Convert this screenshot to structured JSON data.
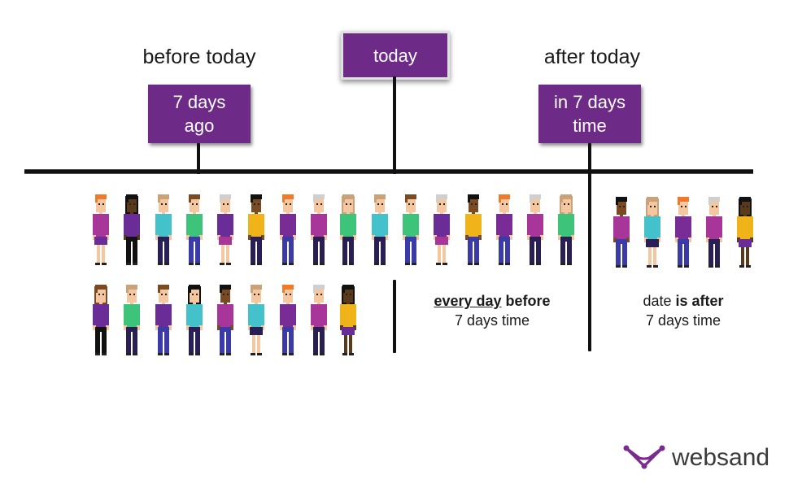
{
  "sections": {
    "before": "before today",
    "today": "today",
    "after": "after today"
  },
  "boxes": {
    "seven_days_ago": [
      "7 days",
      "ago"
    ],
    "in_seven_days": [
      "in 7 days",
      "time"
    ]
  },
  "captions": {
    "middle": {
      "part1": "every day",
      "part2": "before",
      "line2": "7 days time"
    },
    "right": {
      "part1": "date",
      "part2": "is after",
      "line2": "7 days time"
    }
  },
  "brand": {
    "name": "websand",
    "icon": "websand-logo-icon",
    "color": "#7a2b8f"
  },
  "colors": {
    "box": "#6d2a86",
    "line": "#111111"
  },
  "people": {
    "row1": [
      {
        "hair": "#f07a2a",
        "skin": "#f5c7a1",
        "shirt": "#a8369a",
        "pants": "#6a2c96",
        "dress": true
      },
      {
        "hair": "#111111",
        "skin": "#5a3a1c",
        "shirt": "#6a2c96",
        "pants": "#111111",
        "long": true
      },
      {
        "hair": "#c9a27a",
        "skin": "#f5c7a1",
        "shirt": "#43c2cc",
        "pants": "#2a1f55"
      },
      {
        "hair": "#7a4a22",
        "skin": "#f5c7a1",
        "shirt": "#3ec47a",
        "pants": "#3a3aa8"
      },
      {
        "hair": "#cfcfcf",
        "skin": "#f5c7a1",
        "shirt": "#6a2c96",
        "pants": "#a8369a",
        "dress": true
      },
      {
        "hair": "#111111",
        "skin": "#7a4a22",
        "shirt": "#f0b41a",
        "pants": "#2a1f55"
      },
      {
        "hair": "#f07a2a",
        "skin": "#f5c7a1",
        "shirt": "#7a2c96",
        "pants": "#3a3aa8"
      },
      {
        "hair": "#cfcfcf",
        "skin": "#f5c7a1",
        "shirt": "#a8369a",
        "pants": "#2a1f55"
      },
      {
        "hair": "#c9a27a",
        "skin": "#f5c7a1",
        "shirt": "#3ec47a",
        "pants": "#2a1f55",
        "long": true
      },
      {
        "hair": "#c9a27a",
        "skin": "#f5c7a1",
        "shirt": "#43c2cc",
        "pants": "#2a1f55"
      },
      {
        "hair": "#7a4a22",
        "skin": "#f5c7a1",
        "shirt": "#3ec47a",
        "pants": "#3a3aa8"
      },
      {
        "hair": "#cfcfcf",
        "skin": "#f5c7a1",
        "shirt": "#6a2c96",
        "pants": "#a8369a",
        "dress": true
      },
      {
        "hair": "#111111",
        "skin": "#7a4a22",
        "shirt": "#f0b41a",
        "pants": "#3a3aa8"
      },
      {
        "hair": "#f07a2a",
        "skin": "#f5c7a1",
        "shirt": "#7a2c96",
        "pants": "#3a3aa8"
      },
      {
        "hair": "#cfcfcf",
        "skin": "#f5c7a1",
        "shirt": "#a8369a",
        "pants": "#2a1f55"
      },
      {
        "hair": "#c9a27a",
        "skin": "#f5c7a1",
        "shirt": "#3ec47a",
        "pants": "#2a1f55",
        "long": true
      }
    ],
    "row2": [
      {
        "hair": "#7a4a22",
        "skin": "#f5c7a1",
        "shirt": "#6a2c96",
        "pants": "#111111",
        "long": true
      },
      {
        "hair": "#c9a27a",
        "skin": "#f5c7a1",
        "shirt": "#3ec47a",
        "pants": "#2a1f55"
      },
      {
        "hair": "#7a4a22",
        "skin": "#f5c7a1",
        "shirt": "#6a2c96",
        "pants": "#3a3aa8"
      },
      {
        "hair": "#111111",
        "skin": "#f5c7a1",
        "shirt": "#43c2cc",
        "pants": "#2a1f55",
        "long": true
      },
      {
        "hair": "#111111",
        "skin": "#7a4a22",
        "shirt": "#a8369a",
        "pants": "#3a3aa8"
      },
      {
        "hair": "#c9a27a",
        "skin": "#f5c7a1",
        "shirt": "#43c2cc",
        "pants": "#2a1f55",
        "dress": true
      },
      {
        "hair": "#f07a2a",
        "skin": "#f5c7a1",
        "shirt": "#7a2c96",
        "pants": "#3a3aa8"
      },
      {
        "hair": "#cfcfcf",
        "skin": "#f5c7a1",
        "shirt": "#a8369a",
        "pants": "#2a1f55"
      },
      {
        "hair": "#111111",
        "skin": "#5a3a1c",
        "shirt": "#f0b41a",
        "pants": "#6a2c96",
        "dress": true,
        "long": true
      }
    ],
    "right": [
      {
        "hair": "#111111",
        "skin": "#7a4a22",
        "shirt": "#a8369a",
        "pants": "#3a3aa8"
      },
      {
        "hair": "#c9a27a",
        "skin": "#f5c7a1",
        "shirt": "#43c2cc",
        "pants": "#2a1f55",
        "dress": true,
        "long": true
      },
      {
        "hair": "#f07a2a",
        "skin": "#f5c7a1",
        "shirt": "#7a2c96",
        "pants": "#3a3aa8"
      },
      {
        "hair": "#cfcfcf",
        "skin": "#f5c7a1",
        "shirt": "#a8369a",
        "pants": "#2a1f55"
      },
      {
        "hair": "#111111",
        "skin": "#5a3a1c",
        "shirt": "#f0b41a",
        "pants": "#6a2c96",
        "dress": true,
        "long": true
      }
    ]
  }
}
